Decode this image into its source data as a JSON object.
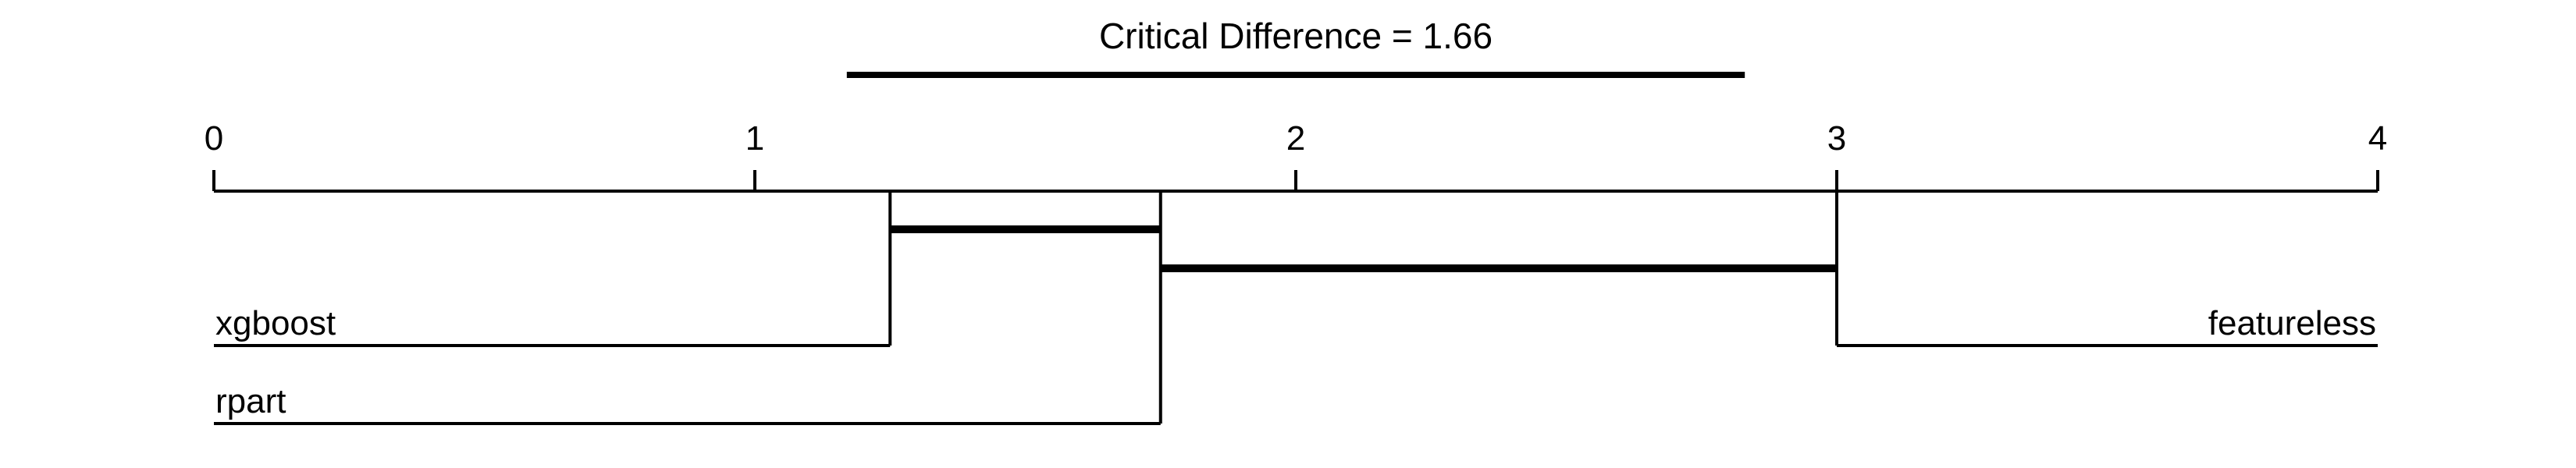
{
  "chart_data": {
    "type": "critical-difference",
    "title": "Critical Difference = 1.66",
    "critical_difference": 1.66,
    "xlim": [
      0,
      4
    ],
    "ticks": [
      "0",
      "1",
      "2",
      "3",
      "4"
    ],
    "tick_values": [
      0,
      1,
      2,
      3,
      4
    ],
    "methods": [
      {
        "name": "xgboost",
        "rank": 1.25,
        "side": "left"
      },
      {
        "name": "rpart",
        "rank": 1.75,
        "side": "left"
      },
      {
        "name": "featureless",
        "rank": 3.0,
        "side": "right"
      }
    ],
    "groups": [
      {
        "from": 1.25,
        "to": 1.75
      },
      {
        "from": 1.75,
        "to": 3.0
      }
    ],
    "cd_bar": {
      "from": 1.17,
      "to": 2.83
    },
    "color": "#000000"
  }
}
